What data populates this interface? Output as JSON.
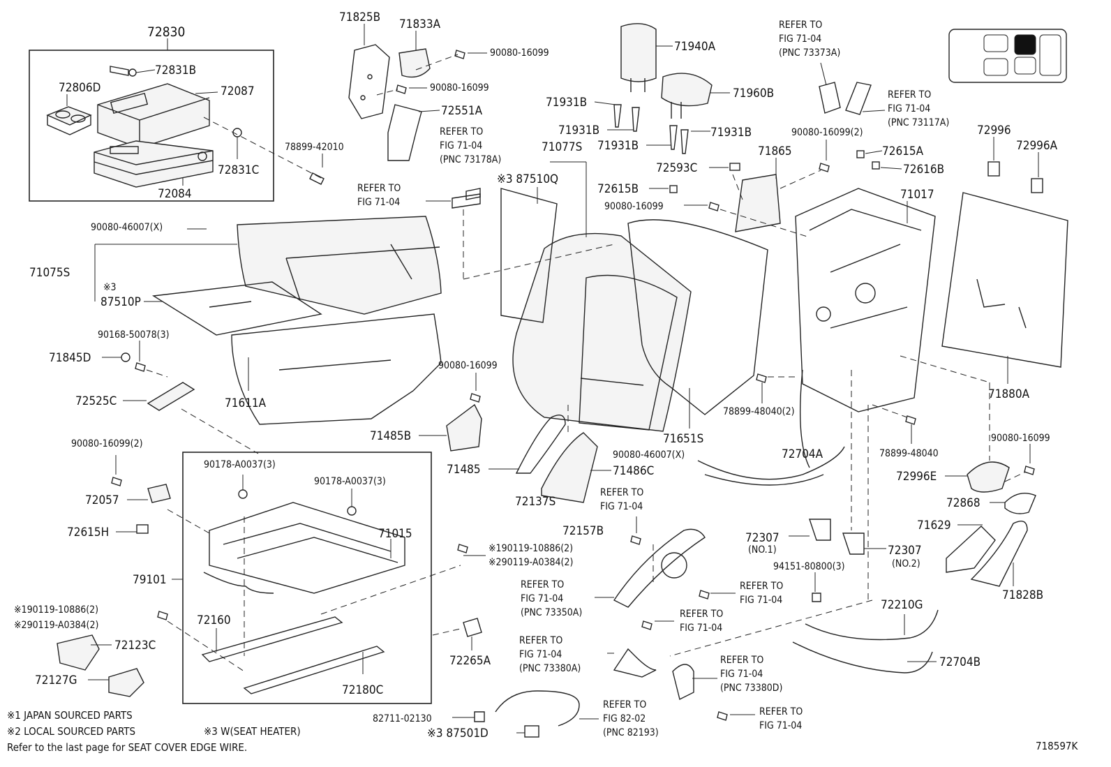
{
  "diagram_id": "718597K",
  "notes": {
    "note1": "※1 JAPAN SOURCED PARTS",
    "note2": "※2 LOCAL SOURCED PARTS",
    "note3": "※3 W(SEAT HEATER)",
    "footer": "Refer to the last page for SEAT COVER EDGE WIRE."
  },
  "labels": [
    {
      "id": "l1",
      "text": "72830"
    },
    {
      "id": "l2",
      "text": "72831B"
    },
    {
      "id": "l3",
      "text": "72806D"
    },
    {
      "id": "l4",
      "text": "72087"
    },
    {
      "id": "l5",
      "text": "78899-42010"
    },
    {
      "id": "l6",
      "text": "72831C"
    },
    {
      "id": "l7",
      "text": "72084"
    },
    {
      "id": "l8",
      "text": "71825B"
    },
    {
      "id": "l9",
      "text": "71833A"
    },
    {
      "id": "l10",
      "text": "90080-16099"
    },
    {
      "id": "l11",
      "text": "90080-16099"
    },
    {
      "id": "l12",
      "text": "72551A"
    },
    {
      "id": "l13",
      "text": "71940A"
    },
    {
      "id": "l14",
      "text": "71931B"
    },
    {
      "id": "l15",
      "text": "71960B"
    },
    {
      "id": "l16",
      "text": "71931B"
    },
    {
      "id": "l17",
      "text": "71931B"
    },
    {
      "id": "l18",
      "text": "71931B"
    },
    {
      "id": "l19",
      "text": "71077S"
    },
    {
      "id": "l20",
      "text": "※3 87510Q"
    },
    {
      "id": "l21",
      "text": "REFER TO"
    },
    {
      "id": "l22",
      "text": "FIG 71-04"
    },
    {
      "id": "l23",
      "text": "(PNC 73178A)"
    },
    {
      "id": "l24",
      "text": "REFER TO"
    },
    {
      "id": "l25",
      "text": "FIG 71-04"
    },
    {
      "id": "l26",
      "text": "REFER TO"
    },
    {
      "id": "l27",
      "text": "FIG 71-04"
    },
    {
      "id": "l28",
      "text": "(PNC 73373A)"
    },
    {
      "id": "l29",
      "text": "REFER TO"
    },
    {
      "id": "l30",
      "text": "FIG 71-04"
    },
    {
      "id": "l31",
      "text": "(PNC 73117A)"
    },
    {
      "id": "l32",
      "text": "90080-16099(2)"
    },
    {
      "id": "l33",
      "text": "72615A"
    },
    {
      "id": "l34",
      "text": "72616B"
    },
    {
      "id": "l35",
      "text": "72996"
    },
    {
      "id": "l36",
      "text": "72996A"
    },
    {
      "id": "l37",
      "text": "72593C"
    },
    {
      "id": "l38",
      "text": "71865"
    },
    {
      "id": "l39",
      "text": "72615B"
    },
    {
      "id": "l40",
      "text": "90080-16099"
    },
    {
      "id": "l41",
      "text": "71017"
    },
    {
      "id": "l42",
      "text": "90080-46007(X)"
    },
    {
      "id": "l43",
      "text": "71075S"
    },
    {
      "id": "l44",
      "text": "※3"
    },
    {
      "id": "l45",
      "text": "87510P"
    },
    {
      "id": "l46",
      "text": "90168-50078(3)"
    },
    {
      "id": "l47",
      "text": "71845D"
    },
    {
      "id": "l48",
      "text": "71611A"
    },
    {
      "id": "l49",
      "text": "72525C"
    },
    {
      "id": "l50",
      "text": "90080-16099"
    },
    {
      "id": "l51",
      "text": "71485B"
    },
    {
      "id": "l52",
      "text": "71651S"
    },
    {
      "id": "l53",
      "text": "78899-48040(2)"
    },
    {
      "id": "l54",
      "text": "78899-48040"
    },
    {
      "id": "l55",
      "text": "71880A"
    },
    {
      "id": "l56",
      "text": "90080-16099(2)"
    },
    {
      "id": "l57",
      "text": "90178-A0037(3)"
    },
    {
      "id": "l58",
      "text": "90178-A0037(3)"
    },
    {
      "id": "l59",
      "text": "72057"
    },
    {
      "id": "l60",
      "text": "71015"
    },
    {
      "id": "l61",
      "text": "72615H"
    },
    {
      "id": "l62",
      "text": "79101"
    },
    {
      "id": "l63",
      "text": "71485"
    },
    {
      "id": "l64",
      "text": "71486C"
    },
    {
      "id": "l65",
      "text": "90080-46007(X)"
    },
    {
      "id": "l66",
      "text": "72704A"
    },
    {
      "id": "l67",
      "text": "90080-16099"
    },
    {
      "id": "l68",
      "text": "72996E"
    },
    {
      "id": "l69",
      "text": "72868"
    },
    {
      "id": "l70",
      "text": "72137S"
    },
    {
      "id": "l71",
      "text": "REFER TO"
    },
    {
      "id": "l72",
      "text": "FIG 71-04"
    },
    {
      "id": "l73",
      "text": "72157B"
    },
    {
      "id": "l74",
      "text": "※190119-10886(2)"
    },
    {
      "id": "l75",
      "text": "※290119-A0384(2)"
    },
    {
      "id": "l76",
      "text": "72307"
    },
    {
      "id": "l77",
      "text": "(NO.1)"
    },
    {
      "id": "l78",
      "text": "72307"
    },
    {
      "id": "l79",
      "text": "(NO.2)"
    },
    {
      "id": "l80",
      "text": "71629"
    },
    {
      "id": "l81",
      "text": "71828B"
    },
    {
      "id": "l82",
      "text": "94151-80800(3)"
    },
    {
      "id": "l83",
      "text": "REFER TO"
    },
    {
      "id": "l84",
      "text": "FIG 71-04"
    },
    {
      "id": "l85",
      "text": "(PNC 73350A)"
    },
    {
      "id": "l86",
      "text": "REFER TO"
    },
    {
      "id": "l87",
      "text": "FIG 71-04"
    },
    {
      "id": "l88",
      "text": "※190119-10886(2)"
    },
    {
      "id": "l89",
      "text": "※290119-A0384(2)"
    },
    {
      "id": "l90",
      "text": "72160"
    },
    {
      "id": "l91",
      "text": "72123C"
    },
    {
      "id": "l92",
      "text": "72127G"
    },
    {
      "id": "l93",
      "text": "72180C"
    },
    {
      "id": "l94",
      "text": "72265A"
    },
    {
      "id": "l95",
      "text": "REFER TO"
    },
    {
      "id": "l96",
      "text": "FIG 71-04"
    },
    {
      "id": "l97",
      "text": "REFER TO"
    },
    {
      "id": "l98",
      "text": "FIG 71-04"
    },
    {
      "id": "l99",
      "text": "(PNC 73380A)"
    },
    {
      "id": "l100",
      "text": "72210G"
    },
    {
      "id": "l101",
      "text": "REFER TO"
    },
    {
      "id": "l102",
      "text": "FIG 71-04"
    },
    {
      "id": "l103",
      "text": "(PNC 73380D)"
    },
    {
      "id": "l104",
      "text": "72704B"
    },
    {
      "id": "l105",
      "text": "82711-02130"
    },
    {
      "id": "l106",
      "text": "REFER TO"
    },
    {
      "id": "l107",
      "text": "FIG 82-02"
    },
    {
      "id": "l108",
      "text": "(PNC 82193)"
    },
    {
      "id": "l109",
      "text": "※3 87501D"
    },
    {
      "id": "l110",
      "text": "REFER TO"
    },
    {
      "id": "l111",
      "text": "FIG 71-04"
    }
  ]
}
